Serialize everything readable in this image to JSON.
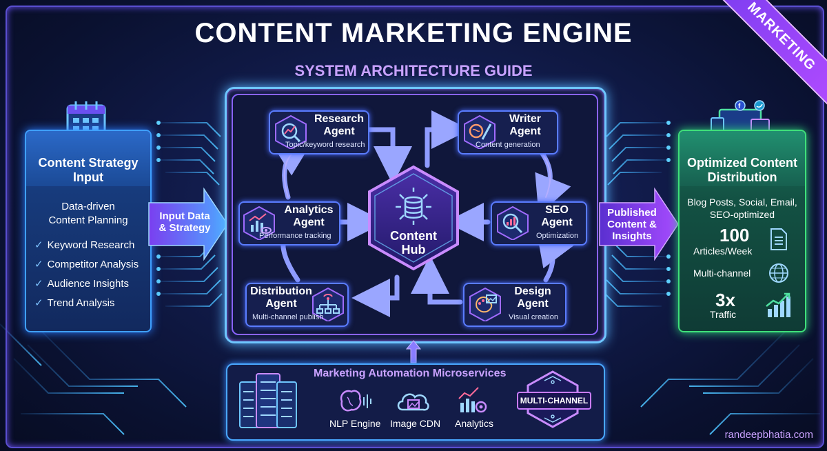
{
  "title": "CONTENT MARKETING ENGINE",
  "subtitle": "SYSTEM ARCHITECTURE GUIDE",
  "ribbon": "MARKETING",
  "left_panel": {
    "title_line1": "Content Strategy",
    "title_line2": "Input",
    "desc_line1": "Data-driven",
    "desc_line2": "Content Planning",
    "items": [
      "Keyword Research",
      "Competitor Analysis",
      "Audience Insights",
      "Trend Analysis"
    ],
    "icon": "calendar-icon"
  },
  "input_arrow": {
    "line1": "Input Data",
    "line2": "& Strategy"
  },
  "output_arrow": {
    "line1": "Published",
    "line2": "Content &",
    "line3": "Insights"
  },
  "right_panel": {
    "title_line1": "Optimized Content",
    "title_line2": "Distribution",
    "desc_line1": "Blog Posts, Social, Email,",
    "desc_line2": "SEO-optimized",
    "stat1_value": "100",
    "stat1_label": "Articles/Week",
    "stat2_label": "Multi-channel",
    "stat3_value": "3x",
    "stat3_label": "Traffic",
    "icon": "devices-social-icon"
  },
  "hub": {
    "line1": "Content",
    "line2": "Hub"
  },
  "agents": {
    "research": {
      "name_line1": "Research",
      "name_line2": "Agent",
      "desc": "Topic/keyword research",
      "icon": "search-trend-icon"
    },
    "writer": {
      "name_line1": "Writer",
      "name_line2": "Agent",
      "desc": "Content generation",
      "icon": "brain-pen-icon"
    },
    "analytics": {
      "name_line1": "Analytics",
      "name_line2": "Agent",
      "desc": "Performance tracking",
      "icon": "chart-eye-icon"
    },
    "seo": {
      "name_line1": "SEO",
      "name_line2": "Agent",
      "desc": "Optimization",
      "icon": "magnifier-chart-icon"
    },
    "distribution": {
      "name_line1": "Distribution",
      "name_line2": "Agent",
      "desc": "Multi-channel publish",
      "icon": "network-icon"
    },
    "design": {
      "name_line1": "Design",
      "name_line2": "Agent",
      "desc": "Visual creation",
      "icon": "palette-image-icon"
    }
  },
  "microservices": {
    "title": "Marketing Automation Microservices",
    "items": [
      "NLP Engine",
      "Image CDN",
      "Analytics"
    ],
    "badge": "MULTI-CHANNEL"
  },
  "credit": "randeepbhatia.com",
  "colors": {
    "accent_purple": "#a66bff",
    "accent_blue": "#4aa8ff",
    "accent_green": "#3fe07a"
  }
}
